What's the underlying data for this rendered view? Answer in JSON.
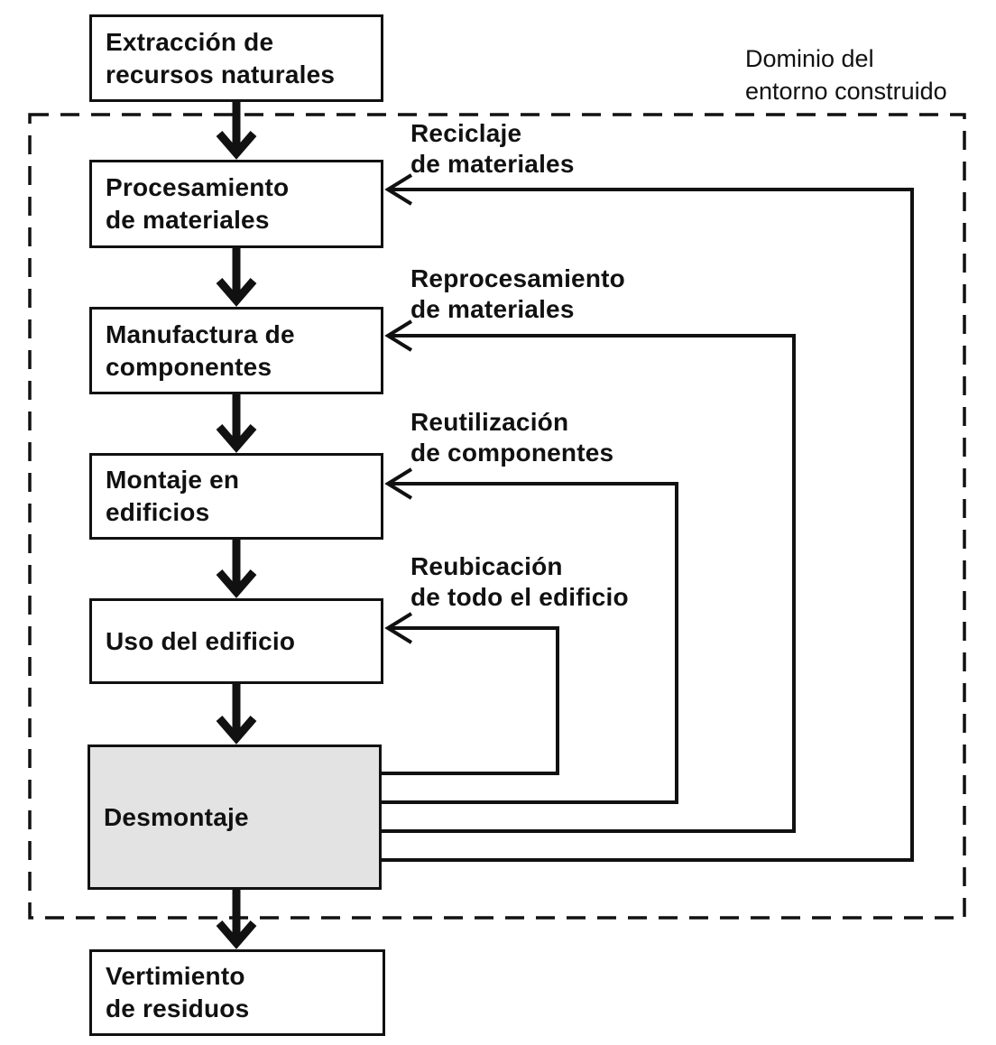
{
  "diagram": {
    "title_hint": "Building materials lifecycle flow diagram",
    "domain_label": "Dominio del\nentorno construido",
    "boxes": [
      {
        "id": "extraccion",
        "label": "Extracción de\nrecursos naturales"
      },
      {
        "id": "procesamiento",
        "label": "Procesamiento\nde materiales"
      },
      {
        "id": "manufactura",
        "label": "Manufactura de\ncomponentes"
      },
      {
        "id": "montaje",
        "label": "Montaje en\nedificios"
      },
      {
        "id": "uso",
        "label": "Uso del edificio"
      },
      {
        "id": "desmontaje",
        "label": "Desmontaje"
      },
      {
        "id": "vertimiento",
        "label": "Vertimiento\nde residuos"
      }
    ],
    "loop_labels": [
      {
        "id": "reciclaje",
        "label": "Reciclaje\nde materiales"
      },
      {
        "id": "reprocesamiento",
        "label": "Reprocesamiento\nde materiales"
      },
      {
        "id": "reutilizacion",
        "label": "Reutilización\nde componentes"
      },
      {
        "id": "reubicacion",
        "label": "Reubicación\nde todo el edificio"
      }
    ],
    "colors": {
      "line": "#111111",
      "box_fill": "#ffffff",
      "desmontaje_fill": "#e3e3e3",
      "background": "#ffffff"
    }
  }
}
